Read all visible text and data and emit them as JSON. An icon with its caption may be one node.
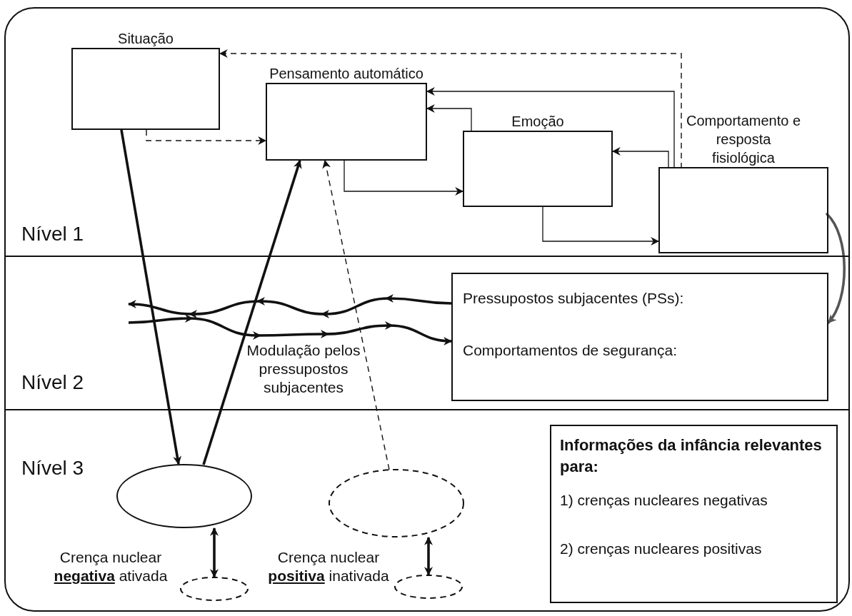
{
  "diagram": {
    "nodes": [
      {
        "text": [
          "Nível 1"
        ]
      },
      {
        "text": [
          "Nível 2"
        ]
      },
      {
        "text": [
          "Nível 3"
        ]
      },
      {
        "text": [
          "Situação"
        ],
        "in": 0
      },
      {
        "text": [
          "Pensamento automático"
        ],
        "in": 0
      },
      {
        "text": [
          "Emoção"
        ],
        "in": 0
      },
      {
        "text": [
          "Comportamento e resposta fisiológica"
        ],
        "in": 0
      },
      {
        "text": [
          "Pressupostos subjacentes (PSs):",
          "Comportamentos de segurança:"
        ],
        "in": 1
      },
      {
        "text": [],
        "shape": "ellipse",
        "in": 2
      },
      {
        "text": [],
        "shape": "ellipse",
        "in": 2
      },
      {
        "text": [],
        "shape": "ellipse",
        "in": 2
      },
      {
        "text": [],
        "shape": "ellipse",
        "in": 2
      },
      {
        "text": [
          "Informações da infância relevantes para:",
          "1) crenças nucleares negativas",
          "2) crenças nucleares positivas"
        ],
        "in": 2
      }
    ],
    "edges": [
      {
        "from": 3,
        "to": 4,
        "arrow": "to",
        "style": "dashed"
      },
      {
        "from": 4,
        "to": 5,
        "arrow": "to"
      },
      {
        "from": 5,
        "to": 6,
        "arrow": "to"
      },
      {
        "from": 6,
        "to": 5,
        "arrow": "to"
      },
      {
        "from": 5,
        "to": 4,
        "arrow": "to"
      },
      {
        "from": 6,
        "to": 4,
        "arrow": "to"
      },
      {
        "from": 6,
        "to": 3,
        "arrow": "to",
        "style": "dashed"
      },
      {
        "from": 3,
        "to": 8,
        "arrow": "to",
        "style": "thick"
      },
      {
        "from": 8,
        "to": 4,
        "arrow": "to",
        "style": "thick"
      },
      {
        "from": 10,
        "to": 4,
        "arrow": "to",
        "style": "dashed"
      },
      {
        "from": 8,
        "to": 9,
        "arrow": "both",
        "style": "thick"
      },
      {
        "from": 10,
        "to": 11,
        "arrow": "both",
        "style": "thick"
      },
      {
        "from": 6,
        "to": 7,
        "arrow": "to",
        "style": "thick",
        "color": "#555555"
      },
      {
        "from": 7,
        "to": null,
        "arrow": "to",
        "style": "thick"
      },
      {
        "from": null,
        "to": 7,
        "arrow": "to",
        "style": "thick"
      }
    ],
    "labels": [
      "Crença nuclear **negativa** ativada",
      "Crença nuclear **positiva** inativada",
      "Modulação pelos pressupostos subjacentes"
    ]
  }
}
